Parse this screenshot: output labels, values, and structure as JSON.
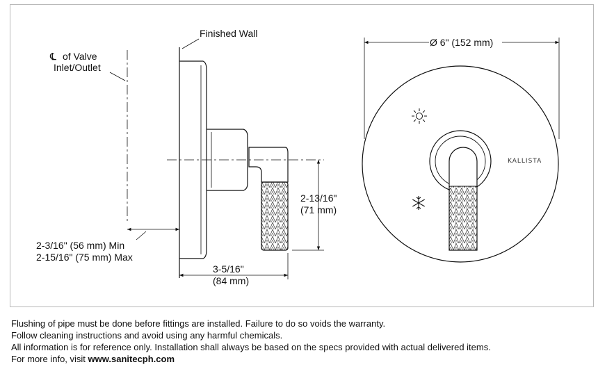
{
  "side_view": {
    "finished_wall": "Finished Wall",
    "valve_cl_symbol": "℄",
    "valve_cl_line1": "of Valve",
    "valve_cl_line2": "Inlet/Outlet",
    "depth_min": "2-3/16\" (56 mm) Min",
    "depth_max": "2-15/16\" (75 mm) Max",
    "handle_height_in": "2-13/16\"",
    "handle_height_mm": "(71 mm)",
    "projection_in": "3-5/16\"",
    "projection_mm": "(84 mm)"
  },
  "front_view": {
    "diameter": "Ø 6\" (152 mm)",
    "brand": "KALLISTA",
    "hot_icon": "sun-icon",
    "cold_icon": "snowflake-icon"
  },
  "notes": {
    "line1": "Flushing of pipe must be done before fittings are installed. Failure to do so voids the warranty.",
    "line2": "Follow cleaning instructions and avoid using any harmful chemicals.",
    "line3": "All information is for reference only. Installation shall always be based on the specs provided with actual delivered items.",
    "line4_prefix": "For more info, visit ",
    "line4_link": "www.sanitecph.com"
  }
}
